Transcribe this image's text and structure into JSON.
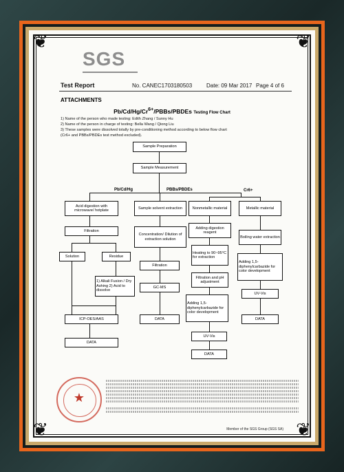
{
  "brand": {
    "logo": "SGS"
  },
  "header": {
    "title": "Test Report",
    "number": "No. CANEC1703180503",
    "date": "Date: 09 Mar 2017",
    "page": "Page 4 of 6"
  },
  "section": {
    "attachments": "ATTACHMENTS"
  },
  "flow": {
    "title_main": "Pb/Cd/Hg/Cr",
    "title_sup": "6+",
    "title_rest": "/PBBs/PBDEs",
    "title_suffix": "Testing Flow Chart",
    "notes": [
      "1) Name of the person who made testing: Edith Zhang / Sunny Hu",
      "2) Name of the person in charge of testing: Bella Wang / Qiong Liu",
      "3) These samples were dissolved totally by pre-conditioning method according to below flow chart",
      "(Cr6+ and PBBs/PBDEs test method excluded)."
    ],
    "sample_prep": "Sample Preparation",
    "sample_meas": "Sample Measurement",
    "branch_pb": "Pb/Cd/Hg",
    "branch_pbb": "PBBs/PBDEs",
    "branch_cr": "Cr6+",
    "pb": {
      "acid": "Acid digestion with microwave/ hotplate",
      "filtration": "Filtration",
      "solution": "Solution",
      "residue": "Residue",
      "alkali": "1) Alkali Fusion / Dry Ashing 2) Acid to dissolve",
      "icp": "ICP-OES/AAS",
      "data": "DATA"
    },
    "pbb": {
      "solvent": "Sample solvent extraction",
      "concentration": "Concentration/ Dilution of extraction solution",
      "filtration": "Filtration",
      "gcms": "GC-MS",
      "data": "DATA"
    },
    "cr_nonmetal": {
      "material": "Nonmetallic material",
      "reagent": "Adding digestion reagent",
      "heating": "Heating to 90~95°C for extraction",
      "filtration": "Filtration and pH adjustment",
      "adding": "Adding 1,5-diphenylcarbazide for color development",
      "uvvis": "UV-Vis",
      "data": "DATA"
    },
    "cr_metal": {
      "material": "Metallic material",
      "boiling": "Boiling water extraction",
      "adding": "Adding 1,5-diphenylcarbazide for color development",
      "uvvis": "UV-Vis",
      "data": "DATA"
    }
  },
  "footer": {
    "member": "Member of the SGS Group (SGS SA)"
  }
}
